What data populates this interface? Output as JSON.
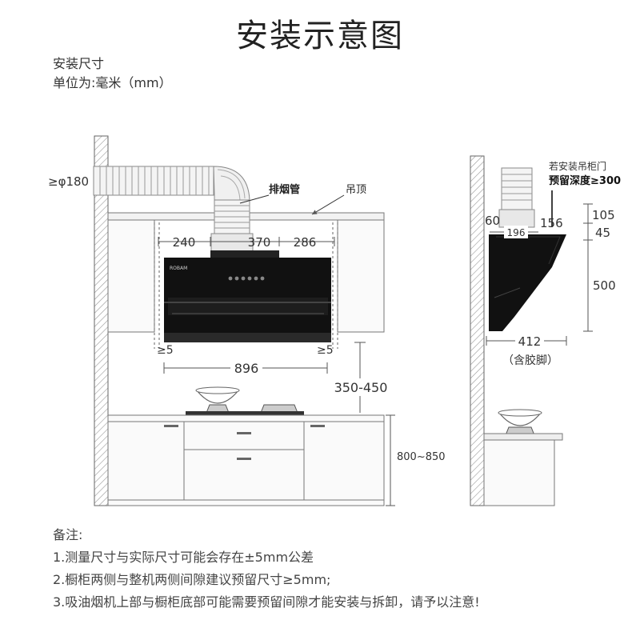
{
  "header": {
    "title": "安装示意图",
    "subtitle_line1": "安装尺寸",
    "subtitle_line2": "单位为:毫米（mm）"
  },
  "front_view": {
    "duct_diameter": "≥φ180",
    "duct_label": "排烟管",
    "ceiling_label": "吊顶",
    "width_left": "240",
    "width_mid": "370",
    "width_right": "286",
    "gap_left": "≥5",
    "gap_right": "≥5",
    "total_width": "896",
    "hood_height": "350-450",
    "cabinet_height": "800~850",
    "brand_text": "ROBAM"
  },
  "side_view": {
    "note_line1": "若安装吊柜门",
    "note_line2": "预留深度≥300",
    "dim_60": "60",
    "dim_156": "156",
    "dim_196": "196",
    "dim_105": "105",
    "dim_45": "45",
    "dim_500": "500",
    "dim_412": "412",
    "dim_412_note": "（含胶脚）"
  },
  "notes": {
    "heading": "备注:",
    "items": [
      "1.测量尺寸与实际尺寸可能会存在±5mm公差",
      "2.橱柜两侧与整机两侧间隙建议预留尺寸≥5mm;",
      "3.吸油烟机上部与橱柜底部可能需要预留间隙才能安装与拆卸，请予以注意!"
    ]
  }
}
